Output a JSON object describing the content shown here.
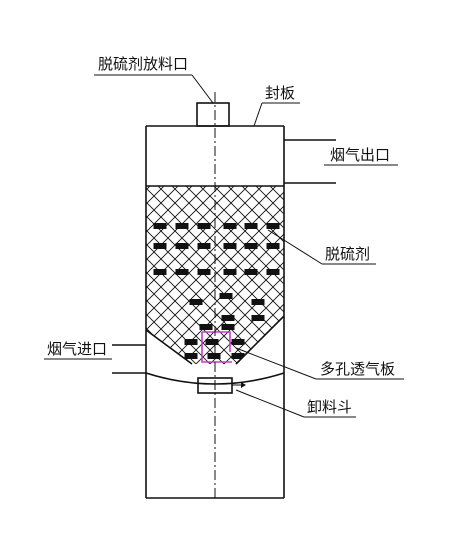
{
  "diagram": {
    "labels": {
      "outlet_port": "脱硫剂放料口",
      "seal_plate": "封板",
      "gas_outlet": "烟气出口",
      "desulfurizer": "脱硫剂",
      "gas_inlet": "烟气进口",
      "porous_plate": "多孔透气板",
      "discharge_hopper": "卸料斗"
    },
    "colors": {
      "line": "#111111",
      "blocks": "#111111",
      "highlight": "#c83cc8",
      "background": "#ffffff"
    }
  }
}
